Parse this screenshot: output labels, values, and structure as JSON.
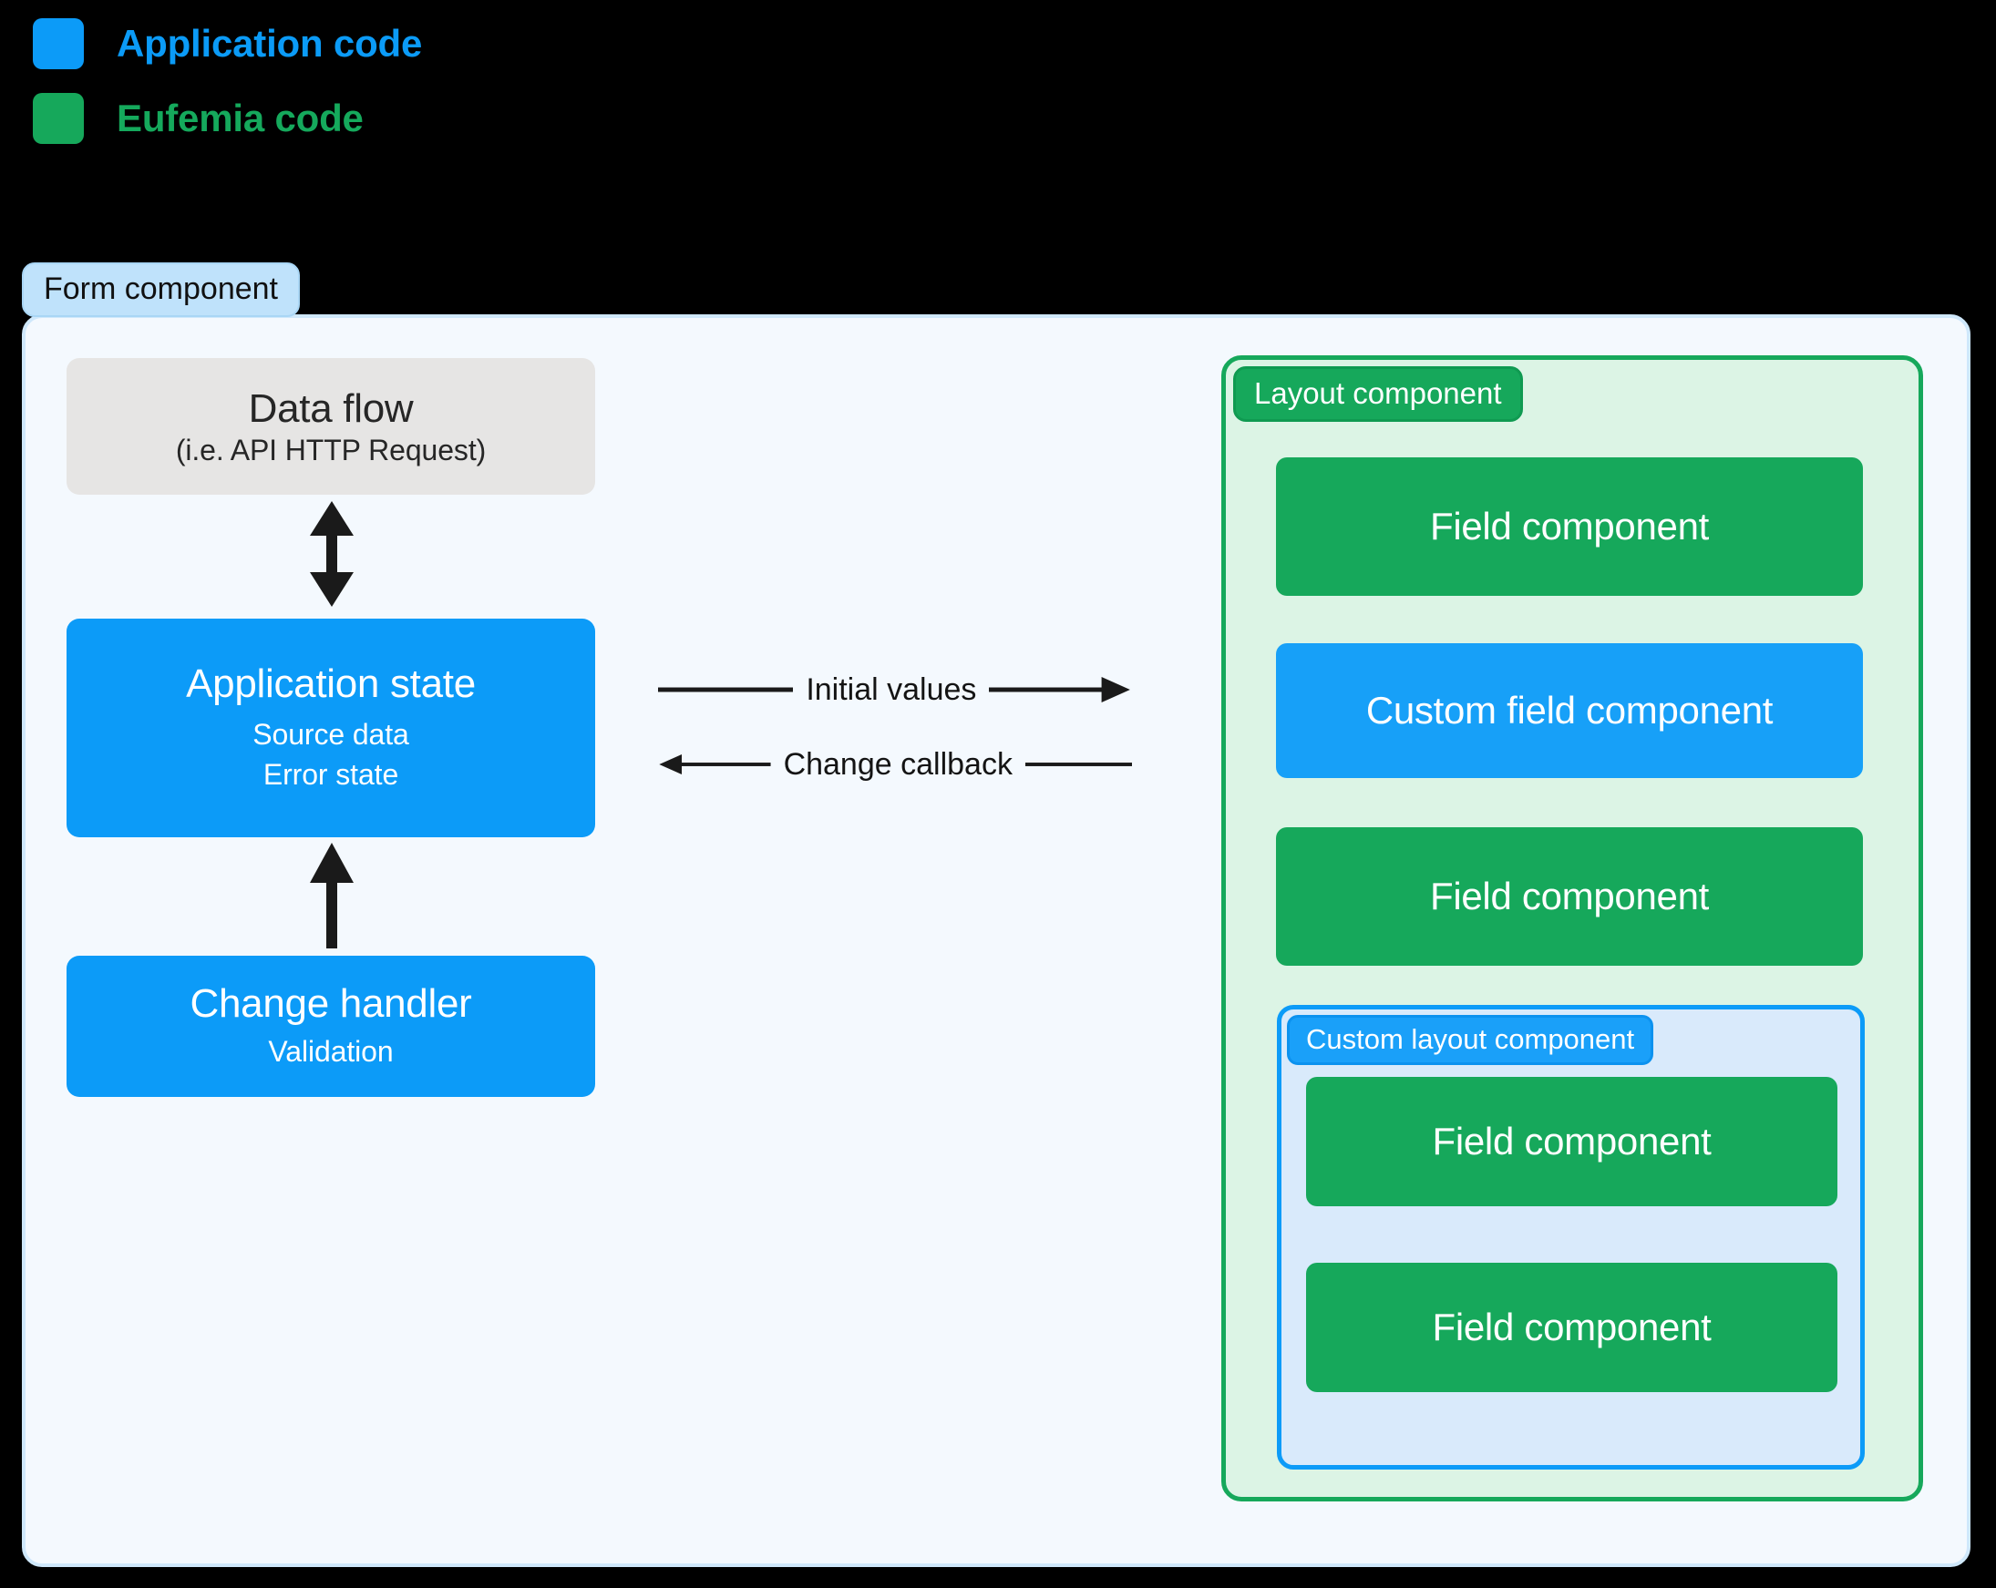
{
  "legend": {
    "items": [
      {
        "label": "Application code",
        "color": "#0b9bf7",
        "swatch": "#0c9bf8",
        "icon": "square-swatch-icon"
      },
      {
        "label": "Eufemia code",
        "color": "#15a95c",
        "swatch": "#16a85b",
        "icon": "square-swatch-icon"
      }
    ]
  },
  "form_component": {
    "badge": "Form component",
    "badge_bg": "#bfe2fb",
    "panel_bg": "#f4f9fe",
    "panel_border": "#cfe8fb"
  },
  "left_column": {
    "data_flow": {
      "title": "Data flow",
      "subtitle": "(i.e. API HTTP Request)",
      "bg": "#e6e5e4",
      "text": "#262626"
    },
    "application_state": {
      "title": "Application state",
      "sub_lines": [
        "Source data",
        "Error state"
      ],
      "bg": "#0c9bf8",
      "text": "#ffffff"
    },
    "change_handler": {
      "title": "Change handler",
      "sub_lines": [
        "Validation"
      ],
      "bg": "#0c9bf8",
      "text": "#ffffff"
    }
  },
  "arrows": {
    "vertical": [
      {
        "name": "dataflow-appstate-arrow",
        "direction": "both"
      },
      {
        "name": "changehandler-appstate-arrow",
        "direction": "up"
      }
    ],
    "horizontal": [
      {
        "label": "Initial values",
        "direction": "right"
      },
      {
        "label": "Change callback",
        "direction": "left"
      }
    ]
  },
  "layout_component": {
    "badge": "Layout component",
    "badge_bg": "#16a85b",
    "panel_bg": "#dcf4e5",
    "panel_border": "#16a85b",
    "children": [
      {
        "label": "Field component",
        "kind": "eufemia"
      },
      {
        "label": "Custom field component",
        "kind": "application"
      },
      {
        "label": "Field component",
        "kind": "eufemia"
      }
    ]
  },
  "custom_layout_component": {
    "badge": "Custom layout component",
    "badge_bg": "#1aa0f9",
    "panel_bg": "#d9eafb",
    "panel_border": "#0c9bf8",
    "children": [
      {
        "label": "Field component",
        "kind": "eufemia"
      },
      {
        "label": "Field component",
        "kind": "eufemia"
      }
    ]
  }
}
